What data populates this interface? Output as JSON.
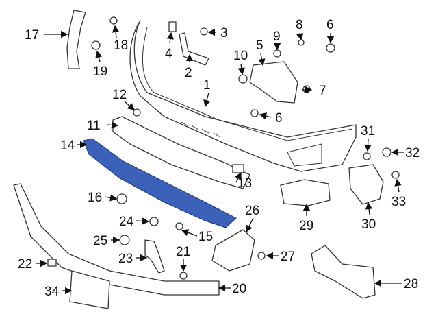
{
  "diagram": {
    "title": "Front bumper components",
    "highlight_color": "#3b62b8",
    "callouts": [
      "17",
      "18",
      "19",
      "4",
      "3",
      "2",
      "9",
      "8",
      "6",
      "5",
      "10",
      "7",
      "1",
      "12",
      "6",
      "11",
      "14",
      "31",
      "32",
      "13",
      "16",
      "26",
      "29",
      "30",
      "33",
      "24",
      "15",
      "25",
      "23",
      "21",
      "27",
      "22",
      "28",
      "34",
      "20"
    ]
  }
}
